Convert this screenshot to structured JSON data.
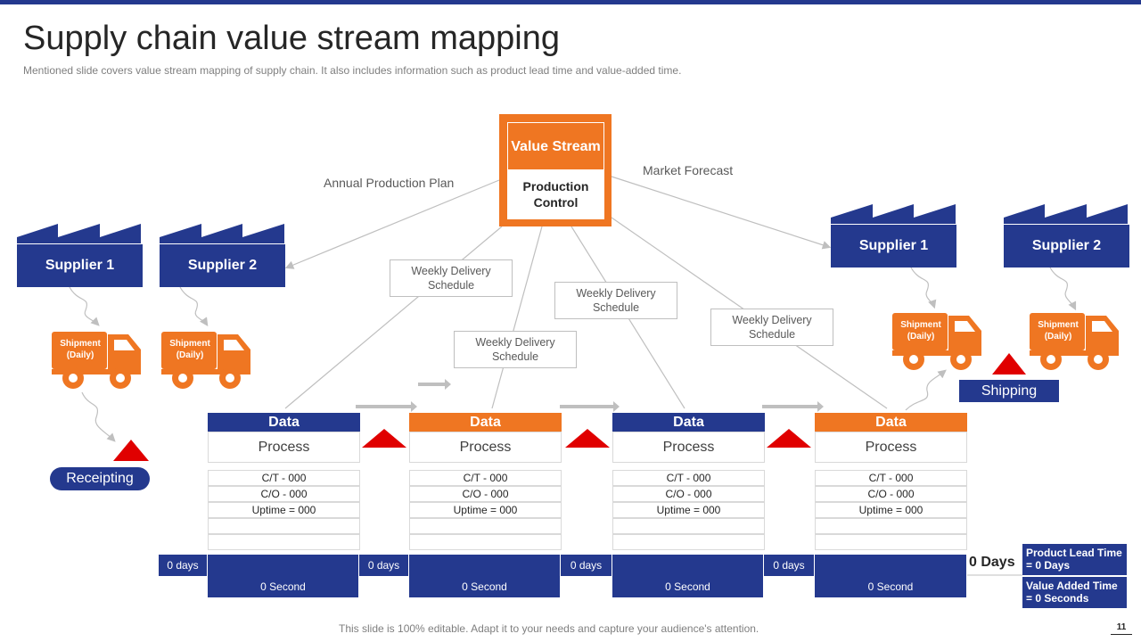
{
  "header": {
    "title": "Supply chain value stream mapping",
    "subtitle": "Mentioned slide covers value  stream mapping of supply chain. It also includes information  such as product lead time and value-added  time."
  },
  "control": {
    "value_stream": "Value Stream",
    "production_control": "Production Control"
  },
  "flows": {
    "annual_plan": "Annual Production Plan",
    "market_forecast": "Market Forecast"
  },
  "schedules": [
    "Weekly Delivery Schedule",
    "Weekly Delivery Schedule",
    "Weekly Delivery Schedule",
    "Weekly Delivery Schedule"
  ],
  "suppliers_left": [
    "Supplier 1",
    "Supplier 2"
  ],
  "suppliers_right": [
    "Supplier 1",
    "Supplier 2"
  ],
  "shipment_label": "Shipment (Daily)",
  "receipting": "Receipting",
  "shipping": "Shipping",
  "processes": [
    {
      "head": "Data",
      "name": "Process",
      "ct": "C/T - 000",
      "co": "C/O - 000",
      "uptime": "Uptime = 000",
      "seconds": "0 Second",
      "color": "#24398e"
    },
    {
      "head": "Data",
      "name": "Process",
      "ct": "C/T - 000",
      "co": "C/O - 000",
      "uptime": "Uptime = 000",
      "seconds": "0 Second",
      "color": "#ef7622"
    },
    {
      "head": "Data",
      "name": "Process",
      "ct": "C/T - 000",
      "co": "C/O - 000",
      "uptime": "Uptime = 000",
      "seconds": "0 Second",
      "color": "#24398e"
    },
    {
      "head": "Data",
      "name": "Process",
      "ct": "C/T - 000",
      "co": "C/O - 000",
      "uptime": "Uptime = 000",
      "seconds": "0 Second",
      "color": "#ef7622"
    }
  ],
  "timeline_days": [
    "0 days",
    "0 days",
    "0 days",
    "0 days"
  ],
  "total_days": "0 Days",
  "lead_time": "Product Lead Time = 0 Days",
  "value_added": "Value Added Time = 0 Seconds",
  "footer": "This slide is 100% editable. Adapt it to your needs and capture your audience's attention.",
  "page_number": "11",
  "colors": {
    "navy": "#24398e",
    "orange": "#ef7622",
    "red": "#e00000"
  }
}
